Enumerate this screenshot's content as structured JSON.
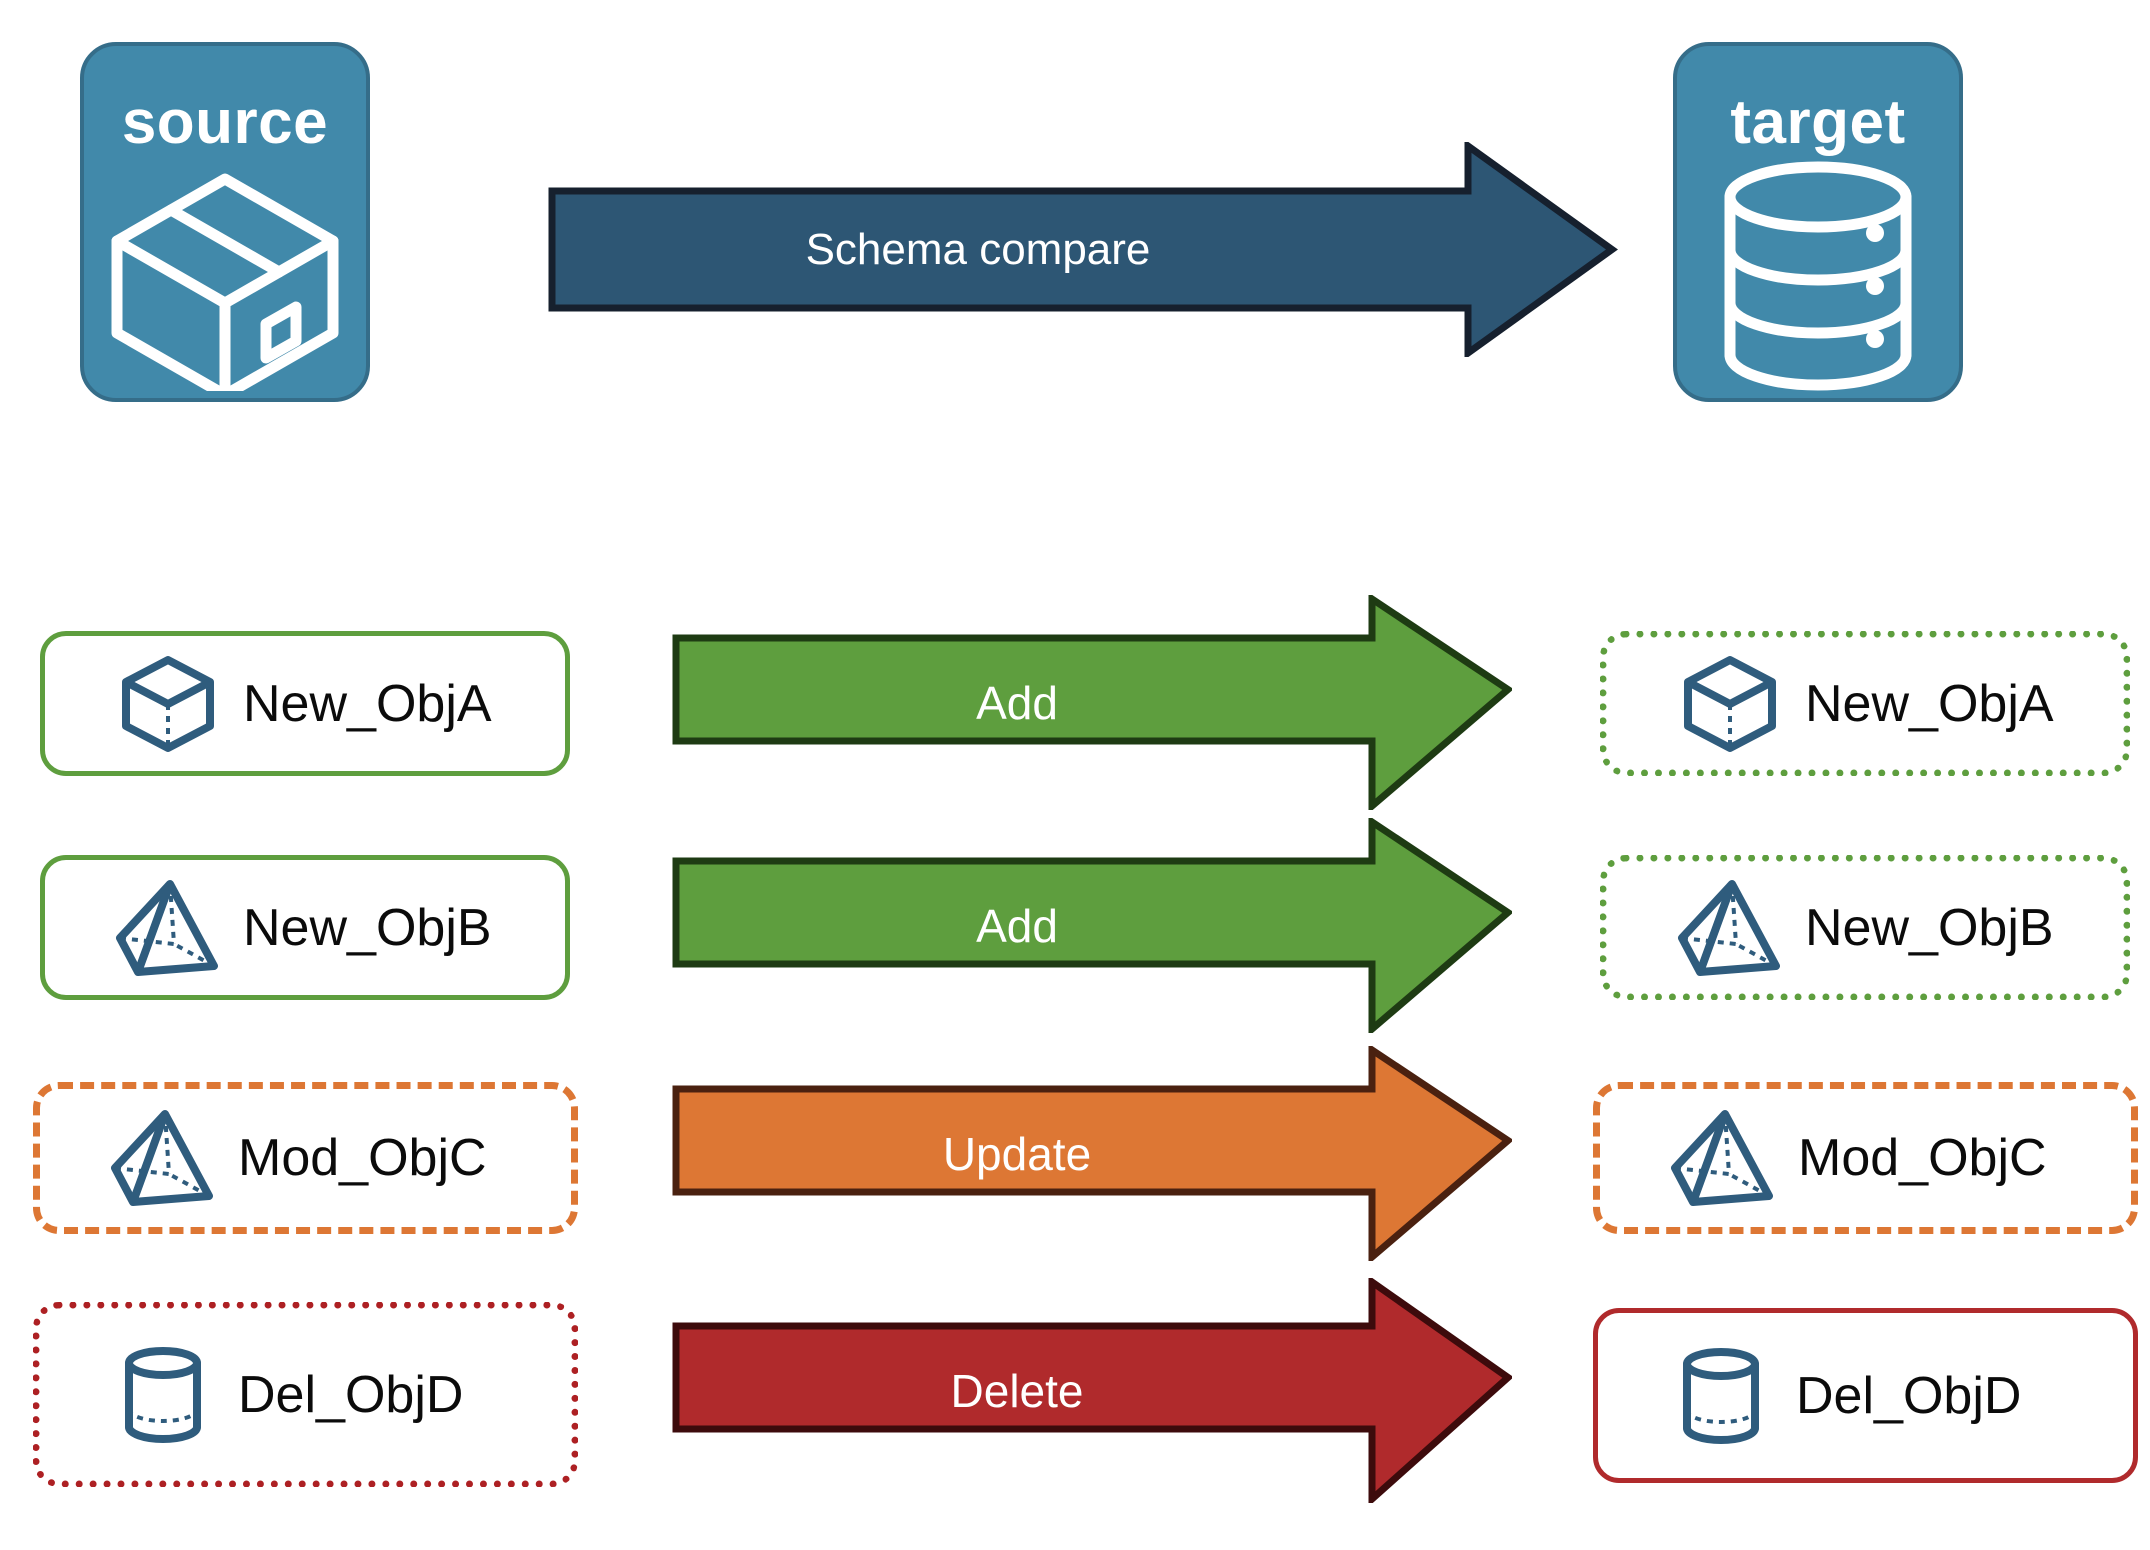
{
  "diagram": {
    "title": "Schema compare between source and target",
    "endpoints": [
      {
        "id": "source",
        "label": "source",
        "icon": "package-box-icon"
      },
      {
        "id": "target",
        "label": "target",
        "icon": "database-cylinder-icon"
      }
    ],
    "main_arrow": {
      "label": "Schema compare",
      "fill": "#2d5674",
      "stroke": "#16202e"
    },
    "rows": [
      {
        "source": {
          "label": "New_ObjA",
          "icon": "wireframe-cube-icon",
          "border_style": "solid",
          "border_color": "#5e9e3e"
        },
        "action": {
          "label": "Add",
          "fill": "#5e9e3e",
          "stroke": "#1e3b13"
        },
        "target": {
          "label": "New_ObjA",
          "icon": "wireframe-cube-icon",
          "border_style": "dotted",
          "border_color": "#5e9e3e"
        }
      },
      {
        "source": {
          "label": "New_ObjB",
          "icon": "wireframe-pyramid-icon",
          "border_style": "solid",
          "border_color": "#5e9e3e"
        },
        "action": {
          "label": "Add",
          "fill": "#5e9e3e",
          "stroke": "#1e3b13"
        },
        "target": {
          "label": "New_ObjB",
          "icon": "wireframe-pyramid-icon",
          "border_style": "dotted",
          "border_color": "#5e9e3e"
        }
      },
      {
        "source": {
          "label": "Mod_ObjC",
          "icon": "wireframe-pyramid-icon",
          "border_style": "dashed",
          "border_color": "#dd7734"
        },
        "action": {
          "label": "Update",
          "fill": "#dd7734",
          "stroke": "#4a2110"
        },
        "target": {
          "label": "Mod_ObjC",
          "icon": "wireframe-pyramid-icon",
          "border_style": "dashed",
          "border_color": "#dd7734"
        }
      },
      {
        "source": {
          "label": "Del_ObjD",
          "icon": "wireframe-cylinder-icon",
          "border_style": "dotted",
          "border_color": "#ad2023"
        },
        "action": {
          "label": "Delete",
          "fill": "#b02a2c",
          "stroke": "#3d0b0c"
        },
        "target": {
          "label": "Del_ObjD",
          "icon": "wireframe-cylinder-icon",
          "border_style": "solid",
          "border_color": "#b02a2c"
        }
      }
    ],
    "colors": {
      "endpoint_fill": "#4189aa",
      "endpoint_stroke": "#356d89",
      "icon_stroke": "#2f5c7d",
      "add_green": "#5e9e3e",
      "update_orange": "#dd7734",
      "delete_red": "#b02a2c",
      "compare_blue": "#2d5674"
    }
  }
}
